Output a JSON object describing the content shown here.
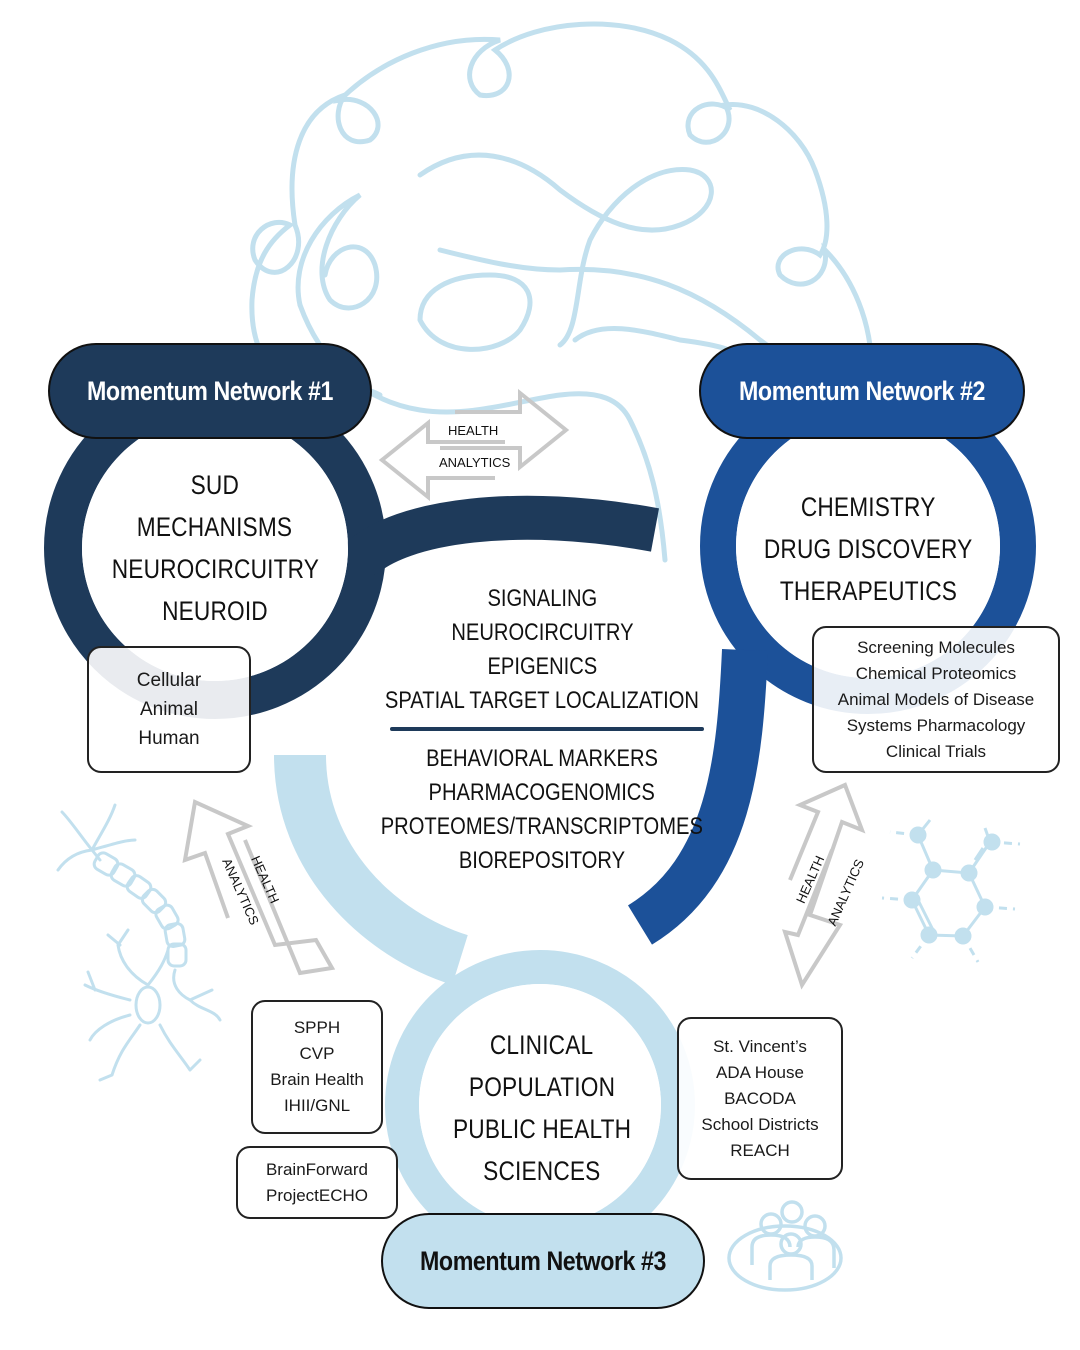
{
  "colors": {
    "network1": "#1e3a5a",
    "network2": "#1c5199",
    "network3": "#c2e0ee",
    "brain_line": "#c2e0ee",
    "arrow_outline": "#c8c8c8",
    "divider": "#1e3a5a"
  },
  "icons": [
    "brain-outline-icon",
    "neuron-icon",
    "molecule-icon",
    "people-group-icon",
    "double-arrow-icon"
  ],
  "networks": [
    {
      "title": "Momentum Network #1",
      "focus": [
        "SUD",
        "MECHANISMS",
        "NEUROCIRCUITRY",
        "NEUROID"
      ],
      "details": [
        "Cellular",
        "Animal",
        "Human"
      ]
    },
    {
      "title": "Momentum Network #2",
      "focus": [
        "CHEMISTRY",
        "DRUG DISCOVERY",
        "THERAPEUTICS"
      ],
      "details": [
        "Screening Molecules",
        "Chemical Proteomics",
        "Animal Models of Disease",
        "Systems Pharmacology",
        "Clinical Trials"
      ]
    },
    {
      "title": "Momentum Network #3",
      "focus": [
        "CLINICAL",
        "POPULATION",
        "PUBLIC HEALTH",
        "SCIENCES"
      ],
      "details_left_top": [
        "SPPH",
        "CVP",
        "Brain Health",
        "IHII/GNL"
      ],
      "details_left_bottom": [
        "BrainForward",
        "ProjectECHO"
      ],
      "details_right": [
        "St. Vincent’s",
        "ADA House",
        "BACODA",
        "School Districts",
        "REACH"
      ]
    }
  ],
  "center": {
    "upper": [
      "SIGNALING",
      "NEUROCIRCUITRY",
      "EPIGENICS",
      "SPATIAL TARGET LOCALIZATION"
    ],
    "lower": [
      "BEHAVIORAL MARKERS",
      "PHARMACOGENOMICS",
      "PROTEOMES/TRANSCRIPTOMES",
      "BIOREPOSITORY"
    ]
  },
  "arrows": {
    "line1": "HEALTH",
    "line2": "ANALYTICS"
  }
}
